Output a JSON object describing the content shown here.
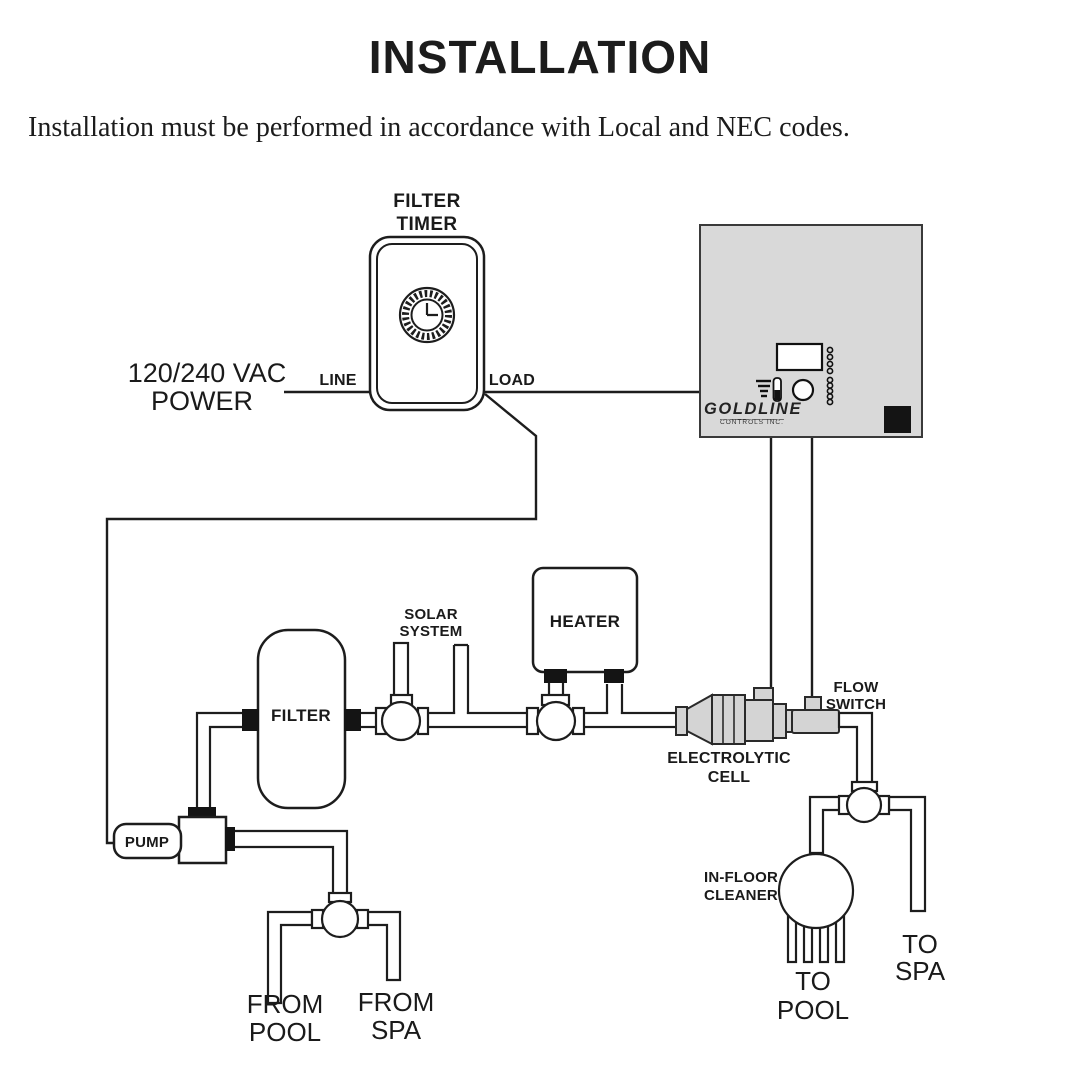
{
  "header": {
    "title": "INSTALLATION",
    "subtitle": "Installation must be performed in accordance with Local and NEC codes."
  },
  "colors": {
    "background": "#ffffff",
    "line_art": "#1d1d1d",
    "panel_gray": "#d9d9d9",
    "cell_gray": "#d4d4d4",
    "connector_black": "#141414"
  },
  "diagram": {
    "power": {
      "label_lines": [
        "120/240 VAC",
        "POWER"
      ]
    },
    "filter_timer": {
      "label_lines": [
        "FILTER",
        "TIMER"
      ],
      "line_label": "LINE",
      "load_label": "LOAD"
    },
    "control_box": {
      "brand": "GOLDLINE",
      "brand_sub": "CONTROLS INC."
    },
    "filter": {
      "label": "FILTER"
    },
    "pump": {
      "label": "PUMP"
    },
    "solar_system": {
      "label_lines": [
        "SOLAR",
        "SYSTEM"
      ]
    },
    "heater": {
      "label": "HEATER"
    },
    "electrolytic_cell": {
      "label_lines": [
        "ELECTROLYTIC",
        "CELL"
      ]
    },
    "flow_switch": {
      "label_lines": [
        "FLOW",
        "SWITCH"
      ]
    },
    "in_floor_cleaner": {
      "label_lines": [
        "IN-FLOOR",
        "CLEANER"
      ]
    },
    "from_pool": {
      "label_lines": [
        "FROM",
        "POOL"
      ]
    },
    "from_spa": {
      "label_lines": [
        "FROM",
        "SPA"
      ]
    },
    "to_pool": {
      "label_lines": [
        "TO",
        "POOL"
      ]
    },
    "to_spa": {
      "label_lines": [
        "TO",
        "SPA"
      ]
    }
  }
}
